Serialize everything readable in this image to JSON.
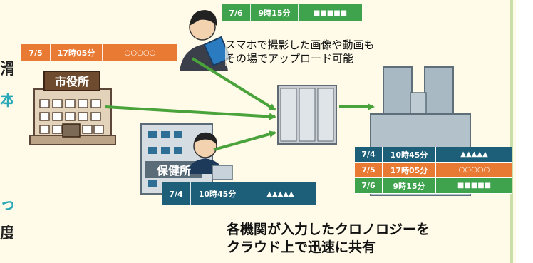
{
  "side_text": [
    {
      "char": "滑",
      "color": "#222222"
    },
    {
      "char": "本",
      "color": "#2aa9b8"
    },
    {
      "char": "っ",
      "color": "#2aa9b8"
    },
    {
      "char": "度",
      "color": "#222222"
    }
  ],
  "city_hall_sign": "市役所",
  "health_center_sign": "保健所",
  "tags": {
    "city_hall": {
      "date": "7/5",
      "time": "17時05分",
      "marks": "○○○○○",
      "color": "#e87a33"
    },
    "smartphone": {
      "date": "7/6",
      "time": "9時15分",
      "marks": "■■■■■",
      "color": "#3fa34d"
    },
    "health_center": {
      "date": "7/4",
      "time": "10時45分",
      "marks": "▲▲▲▲▲",
      "color": "#1d5f79"
    }
  },
  "caption_lines": [
    "スマホで撮影した画像や動画も",
    "その場でアップロード可能"
  ],
  "table_rows": [
    {
      "date": "7/4",
      "time": "10時45分",
      "marks": "▲▲▲▲▲",
      "color": "#1d5f79"
    },
    {
      "date": "7/5",
      "time": "17時05分",
      "marks": "○○○○○",
      "color": "#e87a33"
    },
    {
      "date": "7/6",
      "time": "9時15分",
      "marks": "■■■■■",
      "color": "#3fa34d"
    }
  ],
  "footer_lines": [
    "各機関が入力したクロノロジーを",
    "クラウド上で迅速に共有"
  ],
  "arrow_color": "#4aa33a"
}
